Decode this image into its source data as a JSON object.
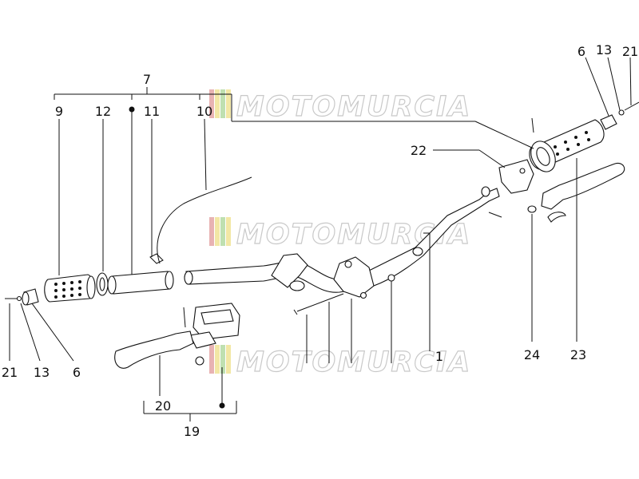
{
  "watermark": {
    "text": "MOTOMURCIA",
    "stripe_colors": [
      "#e8b3b3",
      "#f2e7a5",
      "#bfe0b0",
      "#f2e7a5"
    ]
  },
  "labels": {
    "l7": "7",
    "l9": "9",
    "l12": "12",
    "l11": "11",
    "l10": "10",
    "l6_right": "6",
    "l13_right": "13",
    "l21_right": "21",
    "l22": "22",
    "l1": "1",
    "l24": "24",
    "l23": "23",
    "l21_left": "21",
    "l13_left": "13",
    "l6_left": "6",
    "l20": "20",
    "l19": "19"
  }
}
